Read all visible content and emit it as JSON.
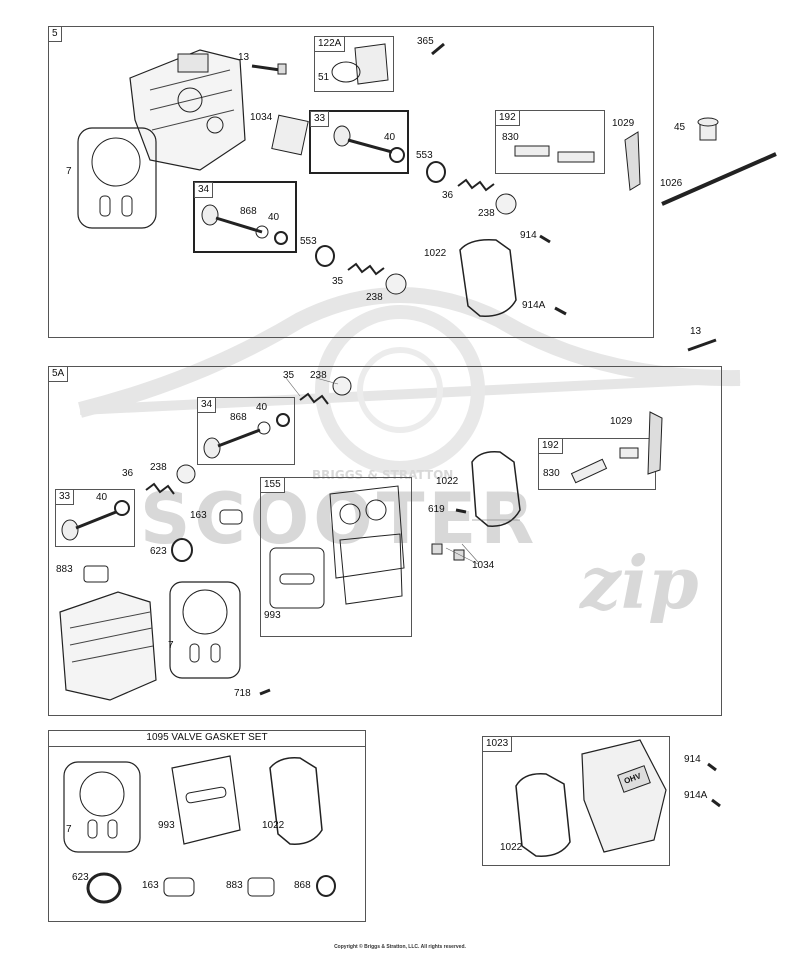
{
  "watermark": {
    "brand_small": "BRIGGS & STRATTON",
    "brand_large": "SCOOTER",
    "brand_script": "zip"
  },
  "sections": [
    {
      "id": "5",
      "label": "5"
    },
    {
      "id": "5A",
      "label": "5A"
    }
  ],
  "gasket_set": {
    "title": "1095 VALVE GASKET SET"
  },
  "kit_1023": {
    "label": "1023"
  },
  "subkits": [
    {
      "id": "122A",
      "label": "122A"
    },
    {
      "id": "33a",
      "label": "33"
    },
    {
      "id": "192a",
      "label": "192"
    },
    {
      "id": "34a",
      "label": "34"
    },
    {
      "id": "34b",
      "label": "34"
    },
    {
      "id": "192b",
      "label": "192"
    },
    {
      "id": "33b",
      "label": "33"
    },
    {
      "id": "155",
      "label": "155"
    }
  ],
  "parts": [
    {
      "key": "s5_13",
      "text": "13"
    },
    {
      "key": "s5_51",
      "text": "51"
    },
    {
      "key": "s5_365",
      "text": "365"
    },
    {
      "key": "s5_1034",
      "text": "1034"
    },
    {
      "key": "s5_40a",
      "text": "40"
    },
    {
      "key": "s5_553a",
      "text": "553"
    },
    {
      "key": "s5_830",
      "text": "830"
    },
    {
      "key": "s5_1029",
      "text": "1029"
    },
    {
      "key": "s5_7",
      "text": "7"
    },
    {
      "key": "s5_868",
      "text": "868"
    },
    {
      "key": "s5_40b",
      "text": "40"
    },
    {
      "key": "s5_36",
      "text": "36"
    },
    {
      "key": "s5_238a",
      "text": "238"
    },
    {
      "key": "s5_914",
      "text": "914"
    },
    {
      "key": "s5_553b",
      "text": "553"
    },
    {
      "key": "s5_1022",
      "text": "1022"
    },
    {
      "key": "s5_35",
      "text": "35"
    },
    {
      "key": "s5_238b",
      "text": "238"
    },
    {
      "key": "s5_914A",
      "text": "914A"
    },
    {
      "key": "o_45",
      "text": "45"
    },
    {
      "key": "o_1026",
      "text": "1026"
    },
    {
      "key": "o_13",
      "text": "13"
    },
    {
      "key": "a_35",
      "text": "35"
    },
    {
      "key": "a_238a",
      "text": "238"
    },
    {
      "key": "a_868",
      "text": "868"
    },
    {
      "key": "a_40a",
      "text": "40"
    },
    {
      "key": "a_1029",
      "text": "1029"
    },
    {
      "key": "a_830",
      "text": "830"
    },
    {
      "key": "a_36",
      "text": "36"
    },
    {
      "key": "a_238b",
      "text": "238"
    },
    {
      "key": "a_40b",
      "text": "40"
    },
    {
      "key": "a_1022",
      "text": "1022"
    },
    {
      "key": "a_163",
      "text": "163"
    },
    {
      "key": "a_619",
      "text": "619"
    },
    {
      "key": "a_623",
      "text": "623"
    },
    {
      "key": "a_1034",
      "text": "1034"
    },
    {
      "key": "a_883",
      "text": "883"
    },
    {
      "key": "a_993",
      "text": "993"
    },
    {
      "key": "a_7",
      "text": "7"
    },
    {
      "key": "a_718",
      "text": "718"
    },
    {
      "key": "g_7",
      "text": "7"
    },
    {
      "key": "g_993",
      "text": "993"
    },
    {
      "key": "g_1022",
      "text": "1022"
    },
    {
      "key": "g_623",
      "text": "623"
    },
    {
      "key": "g_163",
      "text": "163"
    },
    {
      "key": "g_883",
      "text": "883"
    },
    {
      "key": "g_868",
      "text": "868"
    },
    {
      "key": "k_914",
      "text": "914"
    },
    {
      "key": "k_914A",
      "text": "914A"
    },
    {
      "key": "k_1022",
      "text": "1022"
    }
  ],
  "valve_cover_emblem": "OHV",
  "copyright": "Copyright © Briggs & Stratton, LLC. All rights reserved."
}
